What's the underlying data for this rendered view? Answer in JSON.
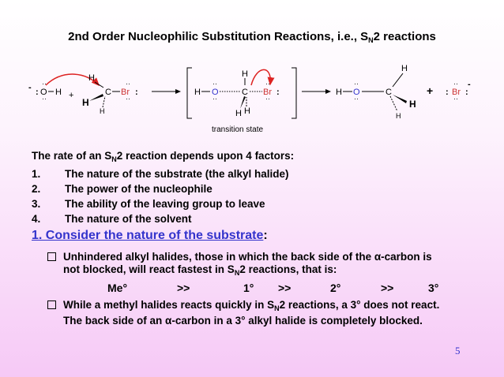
{
  "title": {
    "pre": "2nd Order Nucleophilic Substitution Reactions, i.e., S",
    "sub": "N",
    "post": "2 reactions"
  },
  "scheme": {
    "O": "O",
    "H": "H",
    "C": "C",
    "Br": "Br",
    "plus": "+",
    "minus": "-",
    "ts_label": "transition state"
  },
  "intro": {
    "pre": "The rate of an S",
    "sub": "N",
    "post": "2 reaction depends upon 4 factors:"
  },
  "factors": [
    {
      "num": "1.",
      "text": "The nature of the substrate (the alkyl halide)"
    },
    {
      "num": "2.",
      "text": "The power of the nucleophile"
    },
    {
      "num": "3.",
      "text": "The ability of the leaving group to leave"
    },
    {
      "num": "4.",
      "text": "The nature of the solvent"
    }
  ],
  "section": {
    "link": "1.  Consider the nature of the substrate",
    "colon": ":"
  },
  "bullet1": {
    "line1_pre": "Unhindered alkyl halides, those in which the back side of the ",
    "alpha": "α",
    "line1_post": "-carbon is",
    "line2_pre": "not blocked, will react fastest in S",
    "sub": "N",
    "line2_post": "2 reactions, that is:"
  },
  "order": [
    "Me°",
    ">>",
    "1°",
    ">>",
    "2°",
    ">>",
    "3°"
  ],
  "bullet2": {
    "line1_pre": "While a methyl halides reacts quickly in S",
    "sub": "N",
    "line1_post": "2 reactions, a 3° does not react.",
    "line2_pre": "The back side of an ",
    "alpha": "α",
    "line2_post": "-carbon in a 3° alkyl halide is completely blocked."
  },
  "page_number": "5",
  "colors": {
    "accent": "#3333cc",
    "br": "#cc3333",
    "arrow": "#dd2222"
  }
}
